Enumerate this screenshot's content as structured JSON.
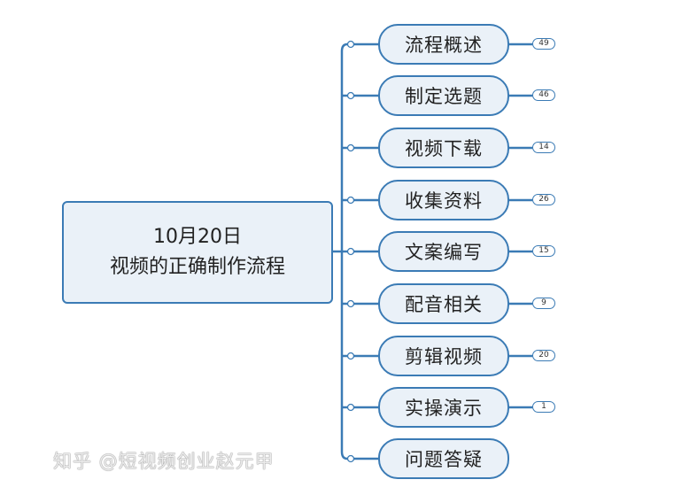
{
  "root": {
    "line1": "10月20日",
    "line2": "视频的正确制作流程"
  },
  "topics": [
    {
      "label": "流程概述",
      "count": "49"
    },
    {
      "label": "制定选题",
      "count": "46"
    },
    {
      "label": "视频下载",
      "count": "14"
    },
    {
      "label": "收集资料",
      "count": "26"
    },
    {
      "label": "文案编写",
      "count": "15"
    },
    {
      "label": "配音相关",
      "count": "9"
    },
    {
      "label": "剪辑视频",
      "count": "20"
    },
    {
      "label": "实操演示",
      "count": "1"
    },
    {
      "label": "问题答疑",
      "count": null
    }
  ],
  "watermark": "知乎 @短视频创业赵元甲",
  "colors": {
    "line": "#3b7bb5",
    "fill": "#eaf1f8"
  }
}
